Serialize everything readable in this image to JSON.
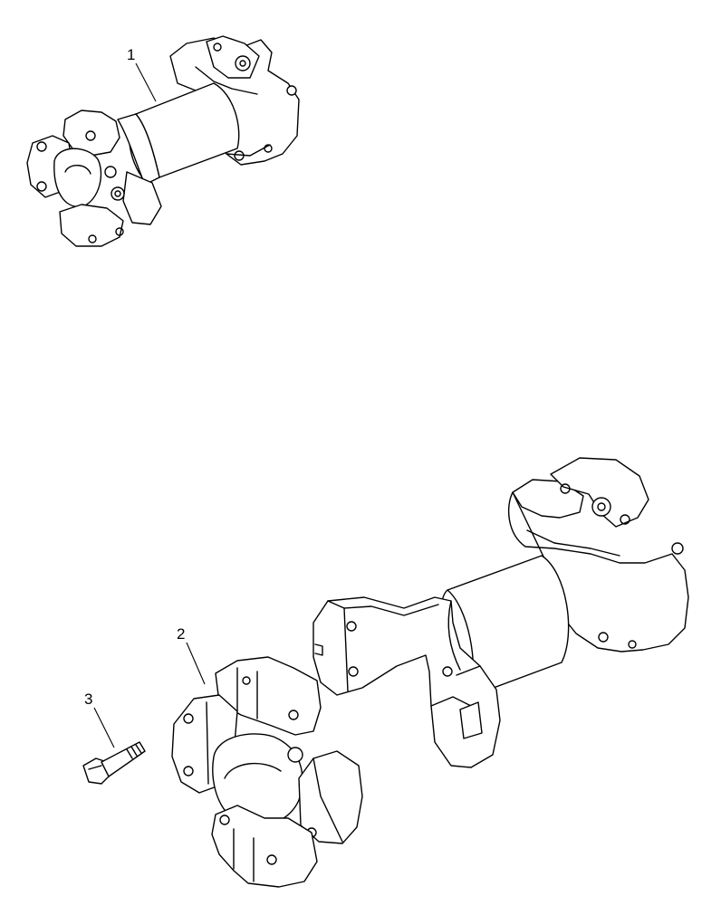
{
  "diagram": {
    "callouts": [
      {
        "id": "1",
        "label": "1",
        "part": "drive-shaft-assembly"
      },
      {
        "id": "2",
        "label": "2",
        "part": "universal-joint-cross-kit"
      },
      {
        "id": "3",
        "label": "3",
        "part": "bolt"
      }
    ],
    "colors": {
      "line": "#000000",
      "background": "#ffffff"
    }
  }
}
